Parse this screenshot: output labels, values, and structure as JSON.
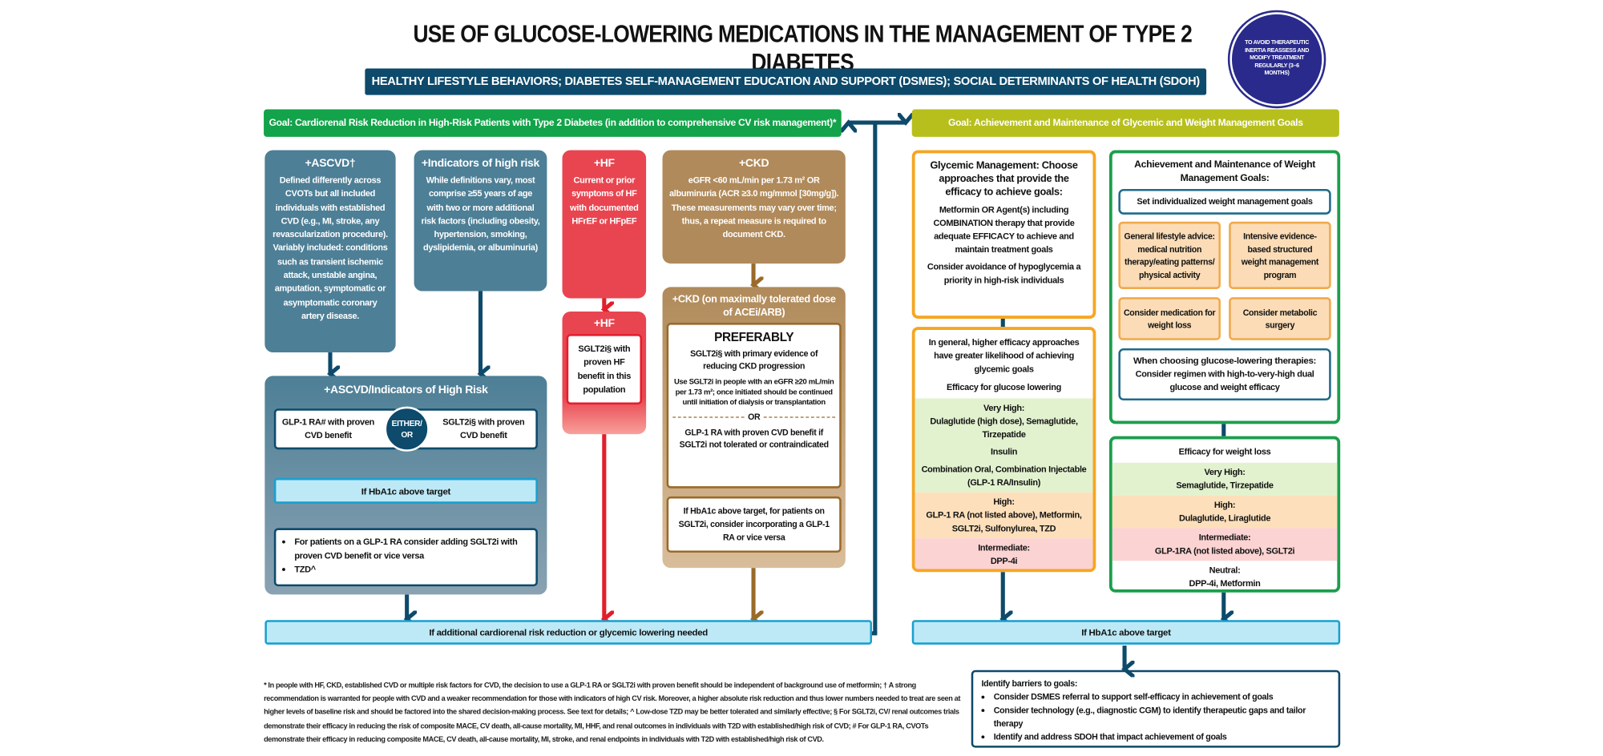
{
  "title": "USE OF GLUCOSE-LOWERING MEDICATIONS IN THE MANAGEMENT OF TYPE 2 DIABETES",
  "banner": "HEALTHY LIFESTYLE BEHAVIORS; DIABETES SELF-MANAGEMENT EDUCATION AND SUPPORT (DSMES); SOCIAL DETERMINANTS OF HEALTH (SDOH)",
  "badge": "TO AVOID THERAPEUTIC INERTIA REASSESS AND MODIFY TREATMENT REGULARLY (3–6 MONTHS)",
  "colors": {
    "navy": "#0d4a6b",
    "green": "#13a34a",
    "olive": "#b7bf1d",
    "steel": "#4d7f96",
    "red": "#e84550",
    "tan": "#b08a5a",
    "orange": "#f5a623",
    "lightblue": "#bde9f7"
  },
  "left": {
    "goal": "Goal: Cardiorenal Risk Reduction in High-Risk Patients with Type 2 Diabetes (in addition to comprehensive CV risk management)*",
    "ascvd": {
      "title": "+ASCVD†",
      "text": "Defined differently across CVOTs but all included individuals with established CVD (e.g., MI, stroke, any revascularization procedure). Variably included: conditions such as transient ischemic attack, unstable angina, amputation, symptomatic or asymptomatic coronary artery disease."
    },
    "indicators": {
      "title": "+Indicators of high risk",
      "text": "While definitions vary, most comprise ≥55 years of age with two or more additional risk factors (including obesity, hypertension, smoking, dyslipidemia, or albuminuria)"
    },
    "hf": {
      "title": "+HF",
      "text": "Current or prior symptoms of HF with documented HFrEF or HFpEF"
    },
    "ckd": {
      "title": "+CKD",
      "text": "eGFR <60 mL/min per 1.73 m² OR albuminuria (ACR ≥3.0 mg/mmol [30mg/g]). These measurements may vary over time; thus, a repeat measure is required to document CKD."
    },
    "combined": {
      "title": "+ASCVD/Indicators of High Risk",
      "glp1": "GLP-1 RA# with proven CVD benefit",
      "either": "EITHER/ OR",
      "sglt2": "SGLT2i§ with proven CVD benefit",
      "hba1c": "If HbA1c above target",
      "bullets": [
        "For patients on a GLP-1 RA consider adding SGLT2i with proven CVD benefit or vice versa",
        "TZD^"
      ]
    },
    "hf2": {
      "title": "+HF",
      "text": "SGLT2i§ with proven HF benefit in this population"
    },
    "ckd2": {
      "title": "+CKD (on maximally tolerated dose of ACEi/ARB)",
      "preferably": "PREFERABLY",
      "sglt2": "SGLT2i§ with primary evidence of reducing CKD progression",
      "use": "Use SGLT2i in people with an eGFR ≥20 mL/min per 1.73 m²; once initiated should be continued until initiation of dialysis or transplantation",
      "or": "OR",
      "glp1": "GLP-1 RA with proven CVD benefit if SGLT2i not tolerated or contraindicated",
      "hba1c": "If HbA1c above target, for patients on SGLT2i, consider incorporating a GLP-1 RA or vice versa"
    },
    "bottom_bar": "If additional cardiorenal risk reduction or glycemic lowering needed"
  },
  "right": {
    "goal": "Goal: Achievement and Maintenance of Glycemic and Weight Management Goals",
    "glycemic": {
      "title": "Glycemic Management: Choose approaches that provide the efficacy to achieve goals:",
      "text1": "Metformin OR Agent(s) including COMBINATION therapy that provide adequate EFFICACY to achieve and maintain treatment goals",
      "text2": "Consider avoidance of hypoglycemia a priority in high-risk individuals"
    },
    "glucose_efficacy": {
      "intro": "In general, higher efficacy approaches have greater likelihood of achieving glycemic goals",
      "heading": "Efficacy for glucose lowering",
      "very_high_label": "Very High:",
      "very_high": "Dulaglutide (high dose), Semaglutide, Tirzepatide",
      "insulin": "Insulin",
      "combination": "Combination Oral, Combination Injectable (GLP-1 RA/Insulin)",
      "high_label": "High:",
      "high": "GLP-1 RA (not listed above), Metformin, SGLT2i, Sulfonylurea, TZD",
      "intermediate_label": "Intermediate:",
      "intermediate": "DPP-4i"
    },
    "weight": {
      "title": "Achievement and Maintenance of Weight Management Goals:",
      "set_goals": "Set individualized weight management goals",
      "lifestyle": "General lifestyle advice: medical nutrition therapy/eating patterns/ physical activity",
      "intensive": "Intensive evidence-based structured weight management program",
      "medication": "Consider medication for weight loss",
      "surgery": "Consider metabolic surgery",
      "choosing_title": "When choosing glucose-lowering therapies:",
      "choosing_text": "Consider regimen with high-to-very-high dual glucose and weight efficacy"
    },
    "weight_efficacy": {
      "heading": "Efficacy for weight loss",
      "very_high_label": "Very High:",
      "very_high": "Semaglutide, Tirzepatide",
      "high_label": "High:",
      "high": "Dulaglutide, Liraglutide",
      "intermediate_label": "Intermediate:",
      "intermediate": "GLP-1RA (not listed above), SGLT2i",
      "neutral_label": "Neutral:",
      "neutral": "DPP-4i, Metformin"
    },
    "bottom_bar": "If HbA1c above target",
    "barriers": {
      "title": "Identify barriers to goals:",
      "bullets": [
        "Consider DSMES referral to support self-efficacy in achievement of goals",
        "Consider technology (e.g., diagnostic CGM) to identify therapeutic gaps and tailor therapy",
        "Identify and address SDOH that impact achievement of goals"
      ]
    }
  },
  "footnote": "* In people with HF, CKD, established CVD or multiple risk factors for CVD, the decision to use a GLP-1 RA or SGLT2i with proven benefit should be independent of background use of metformin; † A strong recommendation is warranted for people with CVD and a weaker recommendation for those with indicators of high CV risk. Moreover, a higher absolute risk reduction and thus lower numbers needed to treat are seen at higher levels of baseline risk and should be factored into the shared decision-making process. See text for details; ^ Low-dose TZD may be better tolerated and similarly effective; § For SGLT2i, CV/ renal outcomes trials demonstrate their efficacy in reducing the risk of composite MACE, CV death, all-cause mortality, MI, HHF, and renal outcomes in individuals with T2D with established/high risk of CVD; # For GLP-1 RA, CVOTs demonstrate their efficacy in reducing composite MACE, CV death, all-cause mortality, MI, stroke, and renal endpoints in individuals with T2D with established/high risk of CVD."
}
